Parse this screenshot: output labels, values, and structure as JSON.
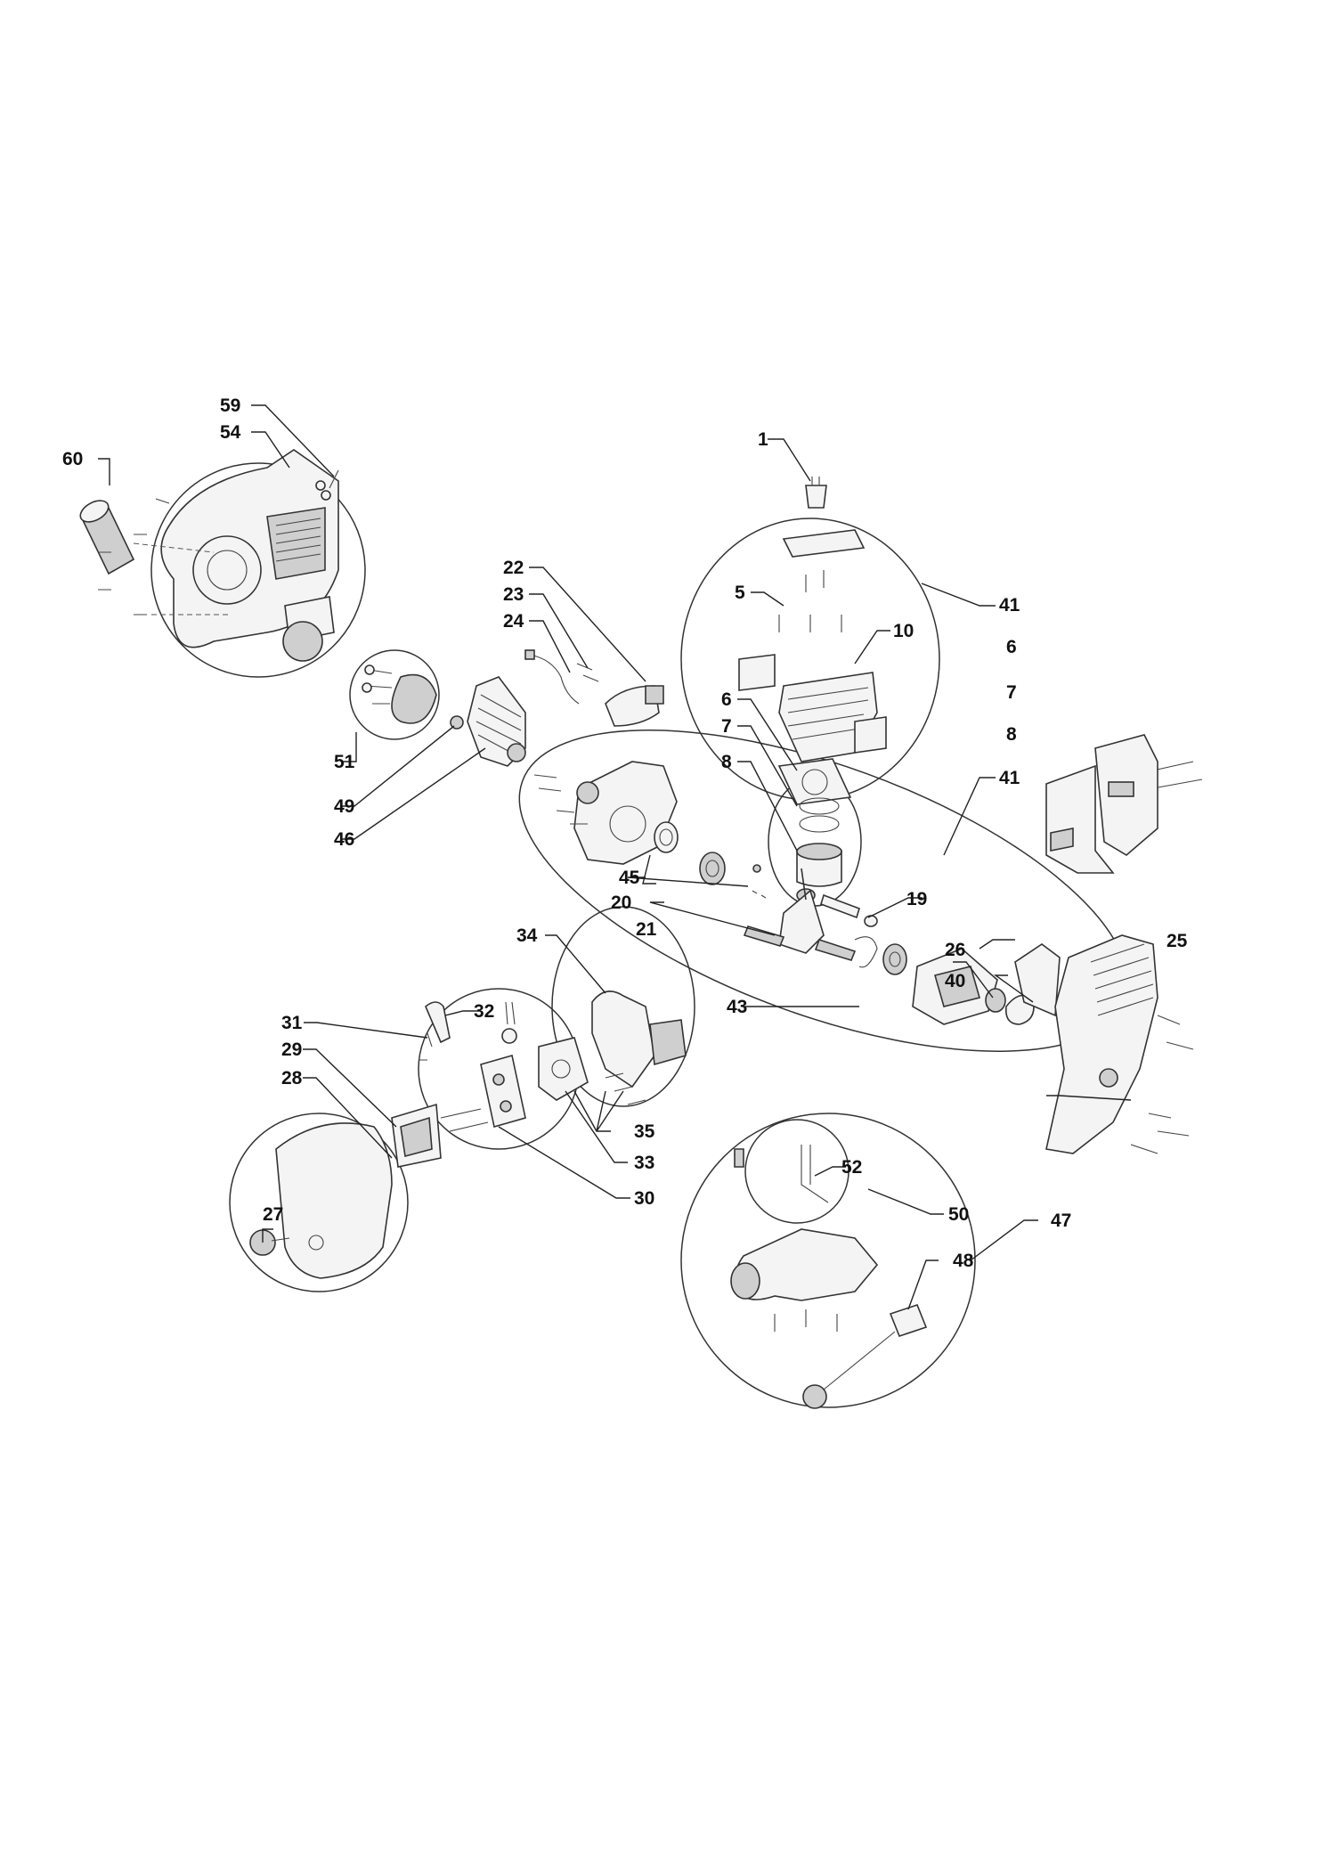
{
  "labels": {
    "p1": "1",
    "p5": "5",
    "p6a": "6",
    "p6b": "6",
    "p7a": "7",
    "p7b": "7",
    "p8a": "8",
    "p8b": "8",
    "p10": "10",
    "p19": "19",
    "p20": "20",
    "p21": "21",
    "p22": "22",
    "p23": "23",
    "p24": "24",
    "p25": "25",
    "p26": "26",
    "p27": "27",
    "p28": "28",
    "p29": "29",
    "p30": "30",
    "p31": "31",
    "p32": "32",
    "p33": "33",
    "p34": "34",
    "p35": "35",
    "p40": "40",
    "p41a": "41",
    "p41b": "41",
    "p43": "43",
    "p45": "45",
    "p46": "46",
    "p47": "47",
    "p48": "48",
    "p49": "49",
    "p50": "50",
    "p51": "51",
    "p52": "52",
    "p54": "54",
    "p59": "59",
    "p60": "60"
  }
}
